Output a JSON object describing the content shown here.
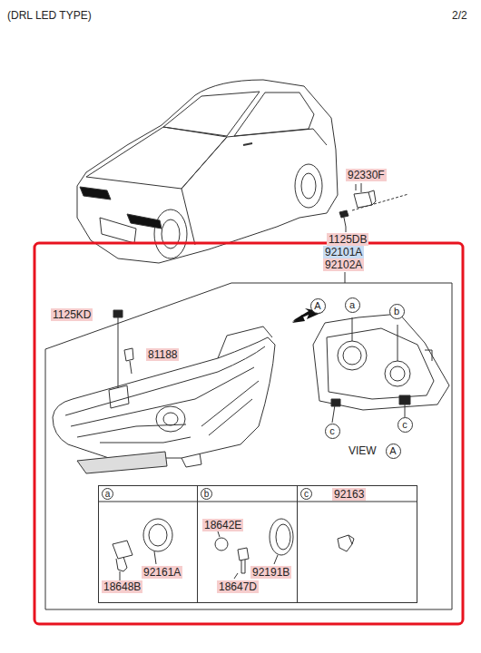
{
  "diagram": {
    "title": "(DRL LED TYPE)",
    "nodes": [
      {
        "text": [
          "2/2"
        ]
      },
      {
        "text": [
          "A"
        ]
      },
      {
        "text": [
          "a"
        ]
      },
      {
        "text": [
          "b"
        ]
      },
      {
        "text": [
          "c"
        ]
      },
      {
        "text": [
          "c"
        ]
      },
      {
        "text": [
          "A"
        ]
      },
      {
        "text": [
          "a",
          "92161A",
          "18648B"
        ]
      },
      {
        "text": [
          "b",
          "18642E",
          "92191B",
          "18647D"
        ]
      },
      {
        "text": [
          "c",
          "92163"
        ]
      }
    ],
    "labels": [
      "92330F",
      "1125DB",
      "92101A",
      "92102A",
      "1125KD",
      "81188",
      "VIEW"
    ]
  }
}
